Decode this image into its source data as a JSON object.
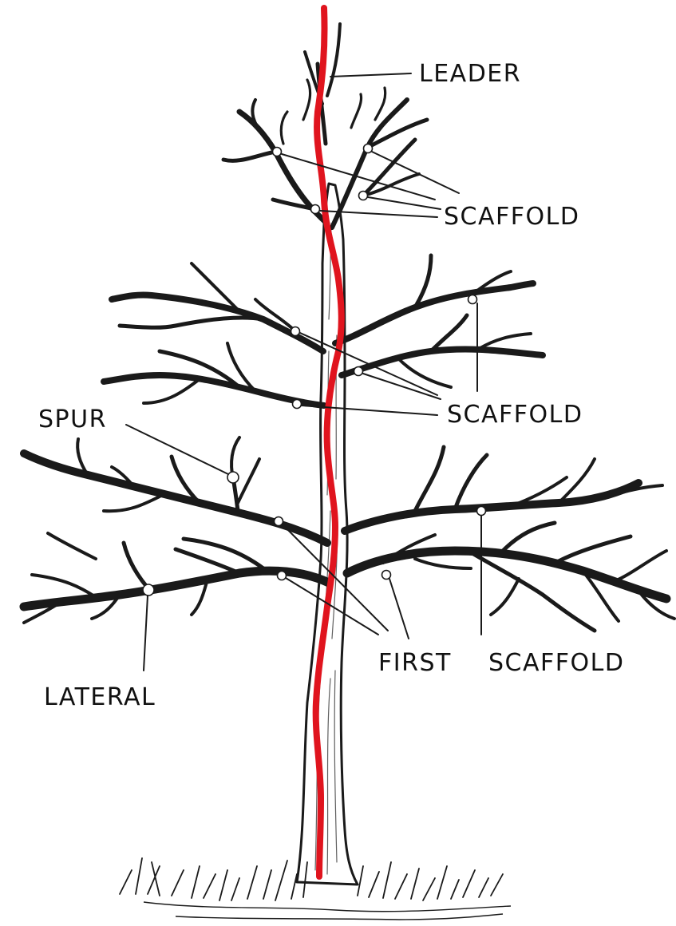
{
  "labels": {
    "leader": "LEADER",
    "scaffold_top": "SCAFFOLD",
    "scaffold_middle": "SCAFFOLD",
    "spur": "SPUR",
    "first": "FIRST",
    "first_scaffold": "SCAFFOLD",
    "lateral": "LATERAL"
  },
  "colors": {
    "ink": "#1a1a1a",
    "central_leader_highlight": "#e0141e",
    "background": "#ffffff"
  }
}
